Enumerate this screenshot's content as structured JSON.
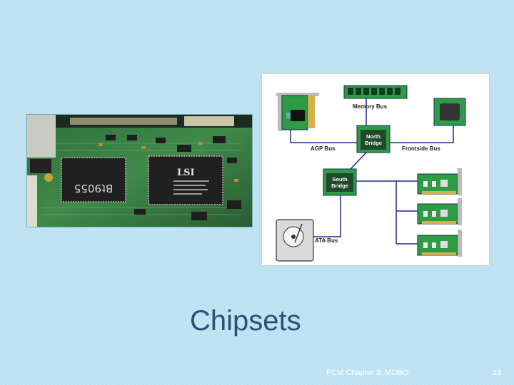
{
  "slide": {
    "title": "Chipsets",
    "footer": "PCM Chapter 3: MOBO",
    "page_number": "13"
  },
  "photo": {
    "chip_left_text": "Bt9055",
    "chip_right_text": "LSI"
  },
  "diagram": {
    "labels": {
      "memory_bus": "Memory Bus",
      "agp_bus": "AGP Bus",
      "frontside_bus": "Frontside Bus",
      "ata_bus": "ATA Bus",
      "north_bridge_1": "North",
      "north_bridge_2": "Bridge",
      "south_bridge_1": "South",
      "south_bridge_2": "Bridge"
    }
  }
}
